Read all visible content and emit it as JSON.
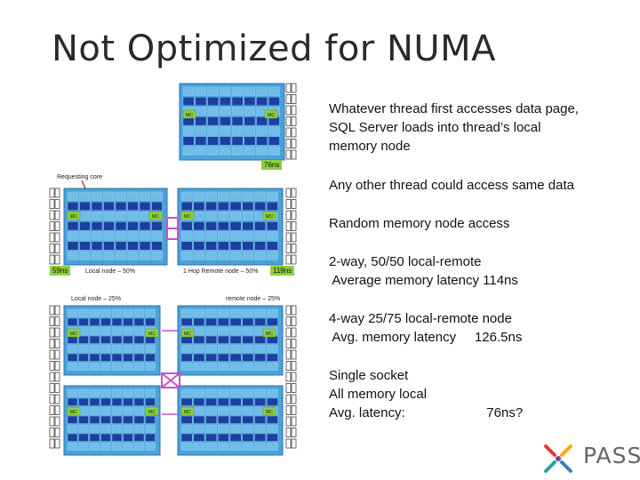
{
  "slide": {
    "title": "Not Optimized for NUMA"
  },
  "bullets": [
    "Whatever thread first accesses data page,\nSQL Server loads into thread’s local\nmemory node",
    "Any other thread could access same data",
    "Random memory node access",
    "2-way, 50/50 local-remote\n Average memory latency 114ns",
    "4-way 25/75 local-remote node\n Avg. memory latency     126.5ns",
    "Single socket\nAll memory local\nAvg. latency:                      76ns?"
  ],
  "diagram": {
    "mc_label": "MC",
    "latency_single": "76ns",
    "requesting_core": "Requesting core",
    "latency_local": "59ns",
    "local_node_50": "Local node – 50%",
    "hop_remote_50": "1 Hop Remote node – 50%",
    "latency_remote": "119ns",
    "local_node_25": "Local node – 25%",
    "remote_node_25": "remote node – 25%"
  },
  "colors": {
    "chip_bg": "#4aa3d8",
    "chip_dark": "#1d3fa0",
    "mc_green": "#8cd13c",
    "interconnect": "#c850c8"
  },
  "logo": {
    "text": "PASS",
    "icon": "pass-logo-icon"
  }
}
